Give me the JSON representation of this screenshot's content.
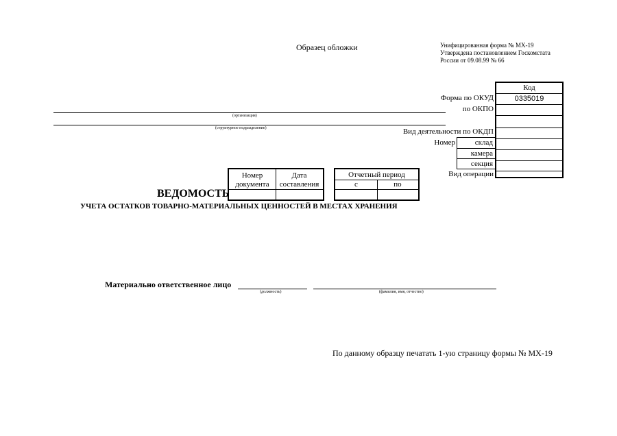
{
  "header": {
    "cover_sample": "Образец обложки",
    "form_info": [
      "Унифицированная форма № МХ-19",
      "Утверждена постановлением Госкомстата",
      "России от 09.08.99 № 66"
    ]
  },
  "codes": {
    "header": "Код",
    "okud_label": "Форма по ОКУД",
    "okud_value": "0335019",
    "okpo_label": "по ОКПО",
    "okdp_label": "Вид деятельности по ОКДП",
    "number_label": "Номер",
    "warehouse_label": "склад",
    "chamber_label": "камера",
    "section_label": "секция",
    "operation_label": "Вид операции"
  },
  "org": {
    "organization_caption": "(организация)",
    "subdivision_caption": "(структурное подразделение)"
  },
  "doc_table": {
    "doc_number_header": "Номер документа",
    "date_header": "Дата составления",
    "period_header": "Отчетный период",
    "from_label": "с",
    "to_label": "по"
  },
  "title": {
    "main": "ВЕДОМОСТЬ",
    "subtitle": "УЧЕТА ОСТАТКОВ ТОВАРНО-МАТЕРИАЛЬНЫХ ЦЕННОСТЕЙ В МЕСТАХ ХРАНЕНИЯ"
  },
  "responsible": {
    "label": "Материально ответственное лицо",
    "position_caption": "(должность)",
    "name_caption": "(фамилия, имя, отчество)"
  },
  "footer_note": "По данному образцу печатать 1-ую страницу формы № МХ-19"
}
